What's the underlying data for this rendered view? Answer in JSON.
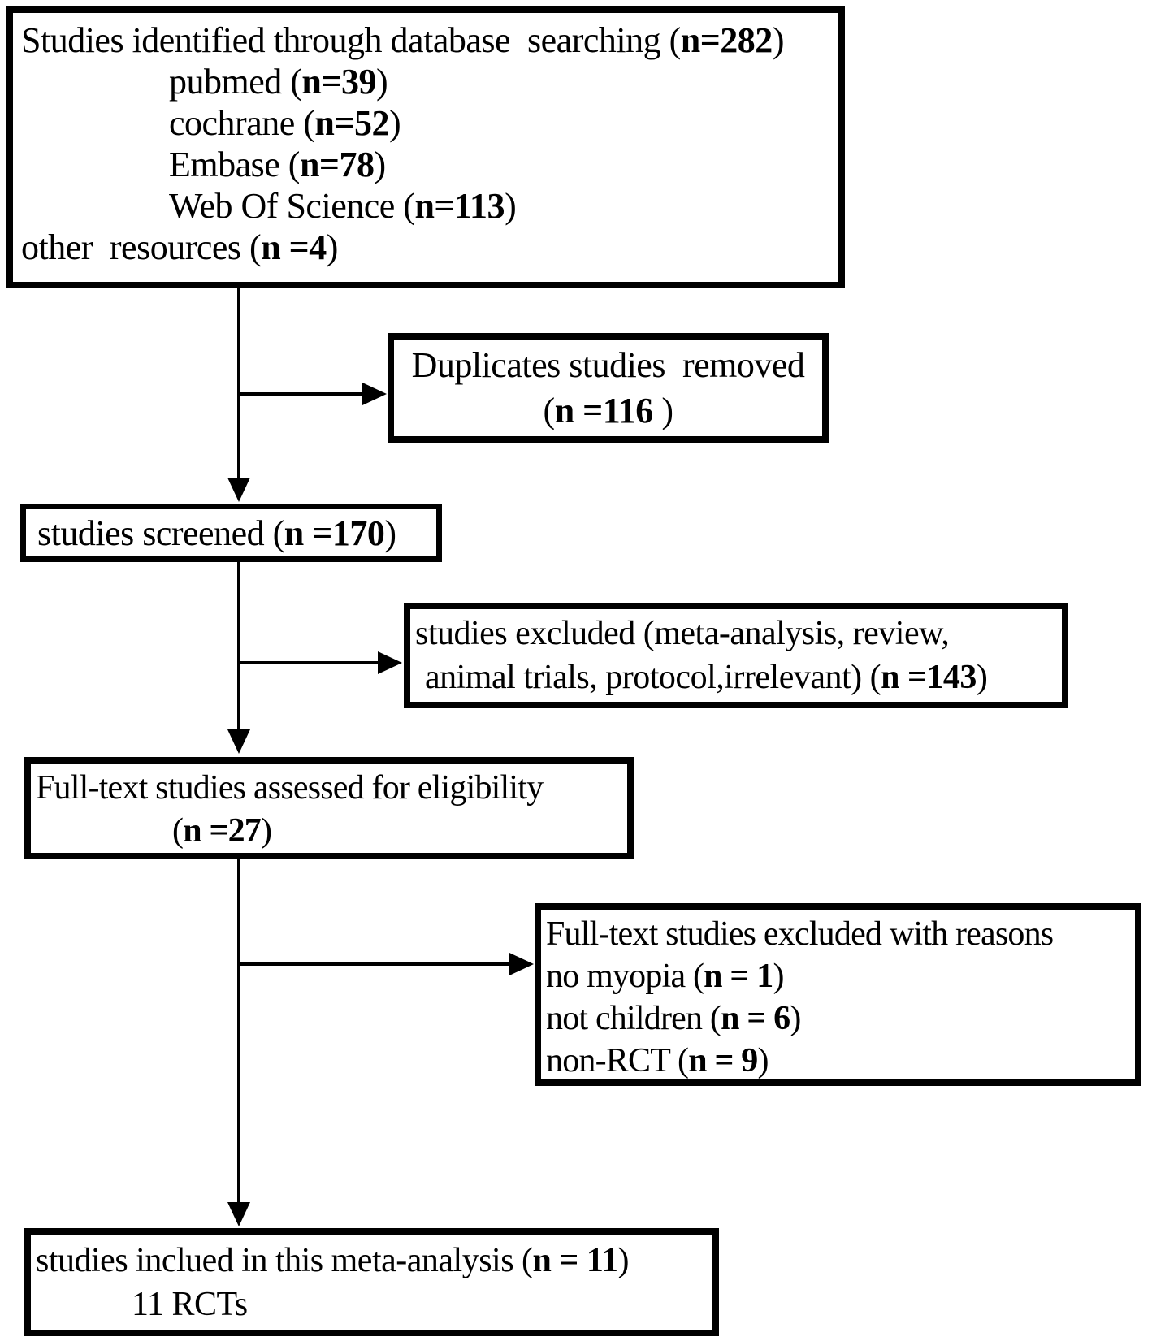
{
  "colors": {
    "ink": "#000000",
    "background": "#ffffff"
  },
  "boxes": {
    "identification": {
      "lines": [
        [
          {
            "t": "Studies identified through database  searching ("
          },
          {
            "t": "n=282",
            "b": true
          },
          {
            "t": ")"
          }
        ],
        [
          {
            "t": "pubmed ("
          },
          {
            "t": "n=39",
            "b": true
          },
          {
            "t": ")"
          }
        ],
        [
          {
            "t": "cochrane ("
          },
          {
            "t": "n=52",
            "b": true
          },
          {
            "t": ")"
          }
        ],
        [
          {
            "t": "Embase ("
          },
          {
            "t": "n=78",
            "b": true
          },
          {
            "t": ")"
          }
        ],
        [
          {
            "t": "Web Of Science ("
          },
          {
            "t": "n=113",
            "b": true
          },
          {
            "t": ")"
          }
        ],
        [
          {
            "t": "other  resources ("
          },
          {
            "t": "n =4",
            "b": true
          },
          {
            "t": ")"
          }
        ]
      ]
    },
    "duplicates_removed": {
      "lines": [
        [
          {
            "t": "Duplicates studies  removed"
          }
        ],
        [
          {
            "t": "("
          },
          {
            "t": "n =116",
            "b": true
          },
          {
            "t": " )"
          }
        ]
      ]
    },
    "screened": {
      "lines": [
        [
          {
            "t": "studies screened ("
          },
          {
            "t": "n =170",
            "b": true
          },
          {
            "t": ")"
          }
        ]
      ]
    },
    "excluded_screening": {
      "lines": [
        [
          {
            "t": "studies excluded (meta-analysis, review,"
          }
        ],
        [
          {
            "t": "animal trials, protocol,irrelevant) ("
          },
          {
            "t": "n =143",
            "b": true
          },
          {
            "t": ")"
          }
        ]
      ]
    },
    "fulltext_assessed": {
      "lines": [
        [
          {
            "t": "Full-text studies assessed for eligibility"
          }
        ],
        [
          {
            "t": "("
          },
          {
            "t": "n =27",
            "b": true
          },
          {
            "t": ")"
          }
        ]
      ]
    },
    "fulltext_excluded": {
      "lines": [
        [
          {
            "t": "Full-text studies excluded with reasons"
          }
        ],
        [
          {
            "t": "no myopia ("
          },
          {
            "t": "n = 1",
            "b": true
          },
          {
            "t": ")"
          }
        ],
        [
          {
            "t": "not children ("
          },
          {
            "t": "n = 6",
            "b": true
          },
          {
            "t": ")"
          }
        ],
        [
          {
            "t": "non-RCT ("
          },
          {
            "t": "n = 9",
            "b": true
          },
          {
            "t": ")"
          }
        ]
      ]
    },
    "included": {
      "lines": [
        [
          {
            "t": "studies inclued in this meta-analysis ("
          },
          {
            "t": "n = 11",
            "b": true
          },
          {
            "t": ")"
          }
        ],
        [
          {
            "t": "11 RCTs"
          }
        ]
      ]
    }
  },
  "arrows": [
    {
      "name": "identification-to-duplicates",
      "direction": "right"
    },
    {
      "name": "identification-to-screened",
      "direction": "down"
    },
    {
      "name": "screened-to-excluded",
      "direction": "right"
    },
    {
      "name": "screened-to-fulltext",
      "direction": "down"
    },
    {
      "name": "fulltext-to-fulltext-excluded",
      "direction": "right"
    },
    {
      "name": "fulltext-to-included",
      "direction": "down"
    }
  ]
}
